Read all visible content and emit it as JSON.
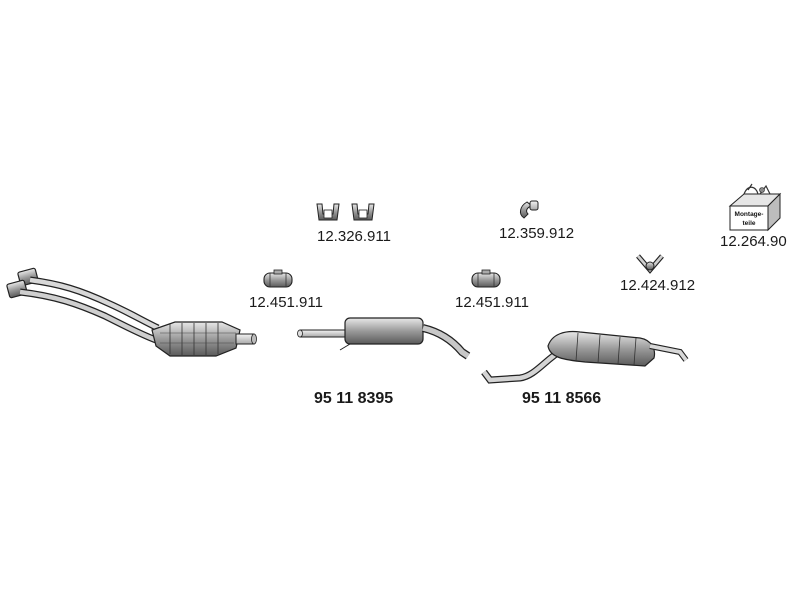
{
  "parts": {
    "hanger_pair": "12.326.911",
    "hanger_bracket": "12.359.912",
    "mounting_kit": "12.264.90",
    "clamp_left": "12.451.911",
    "clamp_right": "12.451.911",
    "gasket": "12.424.912",
    "middle_silencer": "95 11 8395",
    "rear_silencer": "95 11 8566"
  },
  "kit_label": {
    "line1": "Montage-",
    "line2": "teile"
  }
}
